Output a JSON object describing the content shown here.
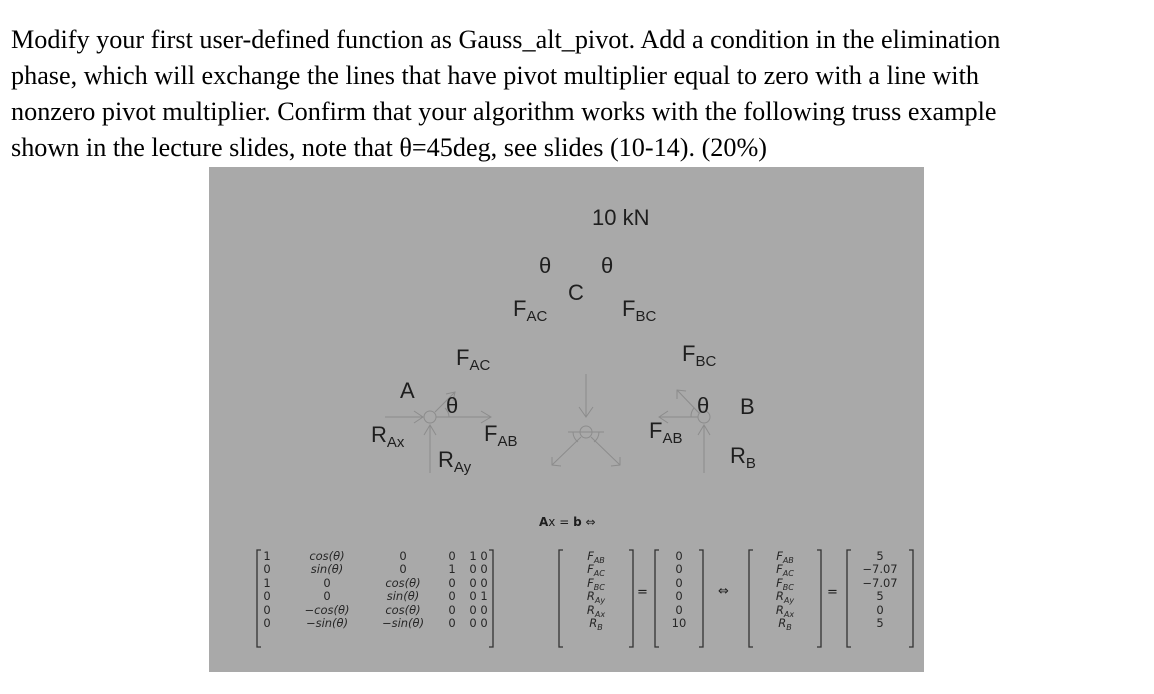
{
  "question": {
    "lines": [
      "Modify your first user-defined function as Gauss_alt_pivot. Add a condition in the elimination",
      "phase, which will exchange the lines that have pivot multiplier equal to zero with a line with",
      "nonzero pivot multiplier. Confirm that your algorithm works with the following truss example",
      "shown in the lecture slides, note that θ=45deg, see slides (10-14). (20%)"
    ]
  },
  "figure": {
    "background": "#a9a9a9",
    "joint_c": {
      "load_label": "10 kN",
      "node_label": "C",
      "theta_left": "θ",
      "theta_right": "θ",
      "force_left": {
        "main": "F",
        "sub": "AC"
      },
      "force_right": {
        "main": "F",
        "sub": "BC"
      }
    },
    "joint_a": {
      "node_label": "A",
      "theta": "θ",
      "force_up": {
        "main": "F",
        "sub": "AC"
      },
      "force_right": {
        "main": "F",
        "sub": "AB"
      },
      "reaction_x": {
        "main": "R",
        "sub": "Ax"
      },
      "reaction_y": {
        "main": "R",
        "sub": "Ay"
      }
    },
    "joint_b": {
      "node_label": "B",
      "theta": "θ",
      "force_up": {
        "main": "F",
        "sub": "BC"
      },
      "force_left": {
        "main": "F",
        "sub": "AB"
      },
      "reaction_y": {
        "main": "R",
        "sub": "B"
      }
    },
    "equation": {
      "header": {
        "A": "A",
        "x": "x",
        "eq": "=",
        "b": "b",
        "iff": "⇔"
      },
      "matrix_A": [
        [
          "1",
          "cos(θ)",
          "0",
          "0",
          "1",
          "0"
        ],
        [
          "0",
          "sin(θ)",
          "0",
          "1",
          "0",
          "0"
        ],
        [
          "1",
          "0",
          "cos(θ)",
          "0",
          "0",
          "0"
        ],
        [
          "0",
          "0",
          "sin(θ)",
          "0",
          "0",
          "1"
        ],
        [
          "0",
          "−cos(θ)",
          "cos(θ)",
          "0",
          "0",
          "0"
        ],
        [
          "0",
          "−sin(θ)",
          "−sin(θ)",
          "0",
          "0",
          "0"
        ]
      ],
      "unknowns": [
        {
          "main": "F",
          "sub": "AB"
        },
        {
          "main": "F",
          "sub": "AC"
        },
        {
          "main": "F",
          "sub": "BC"
        },
        {
          "main": "R",
          "sub": "Ay"
        },
        {
          "main": "R",
          "sub": "Ax"
        },
        {
          "main": "R",
          "sub": "B"
        }
      ],
      "equals": "=",
      "iff": "⇔",
      "vector_b": [
        "0",
        "0",
        "0",
        "0",
        "0",
        "10"
      ],
      "solution": [
        "5",
        "−7.07",
        "−7.07",
        "5",
        "0",
        "5"
      ]
    }
  }
}
